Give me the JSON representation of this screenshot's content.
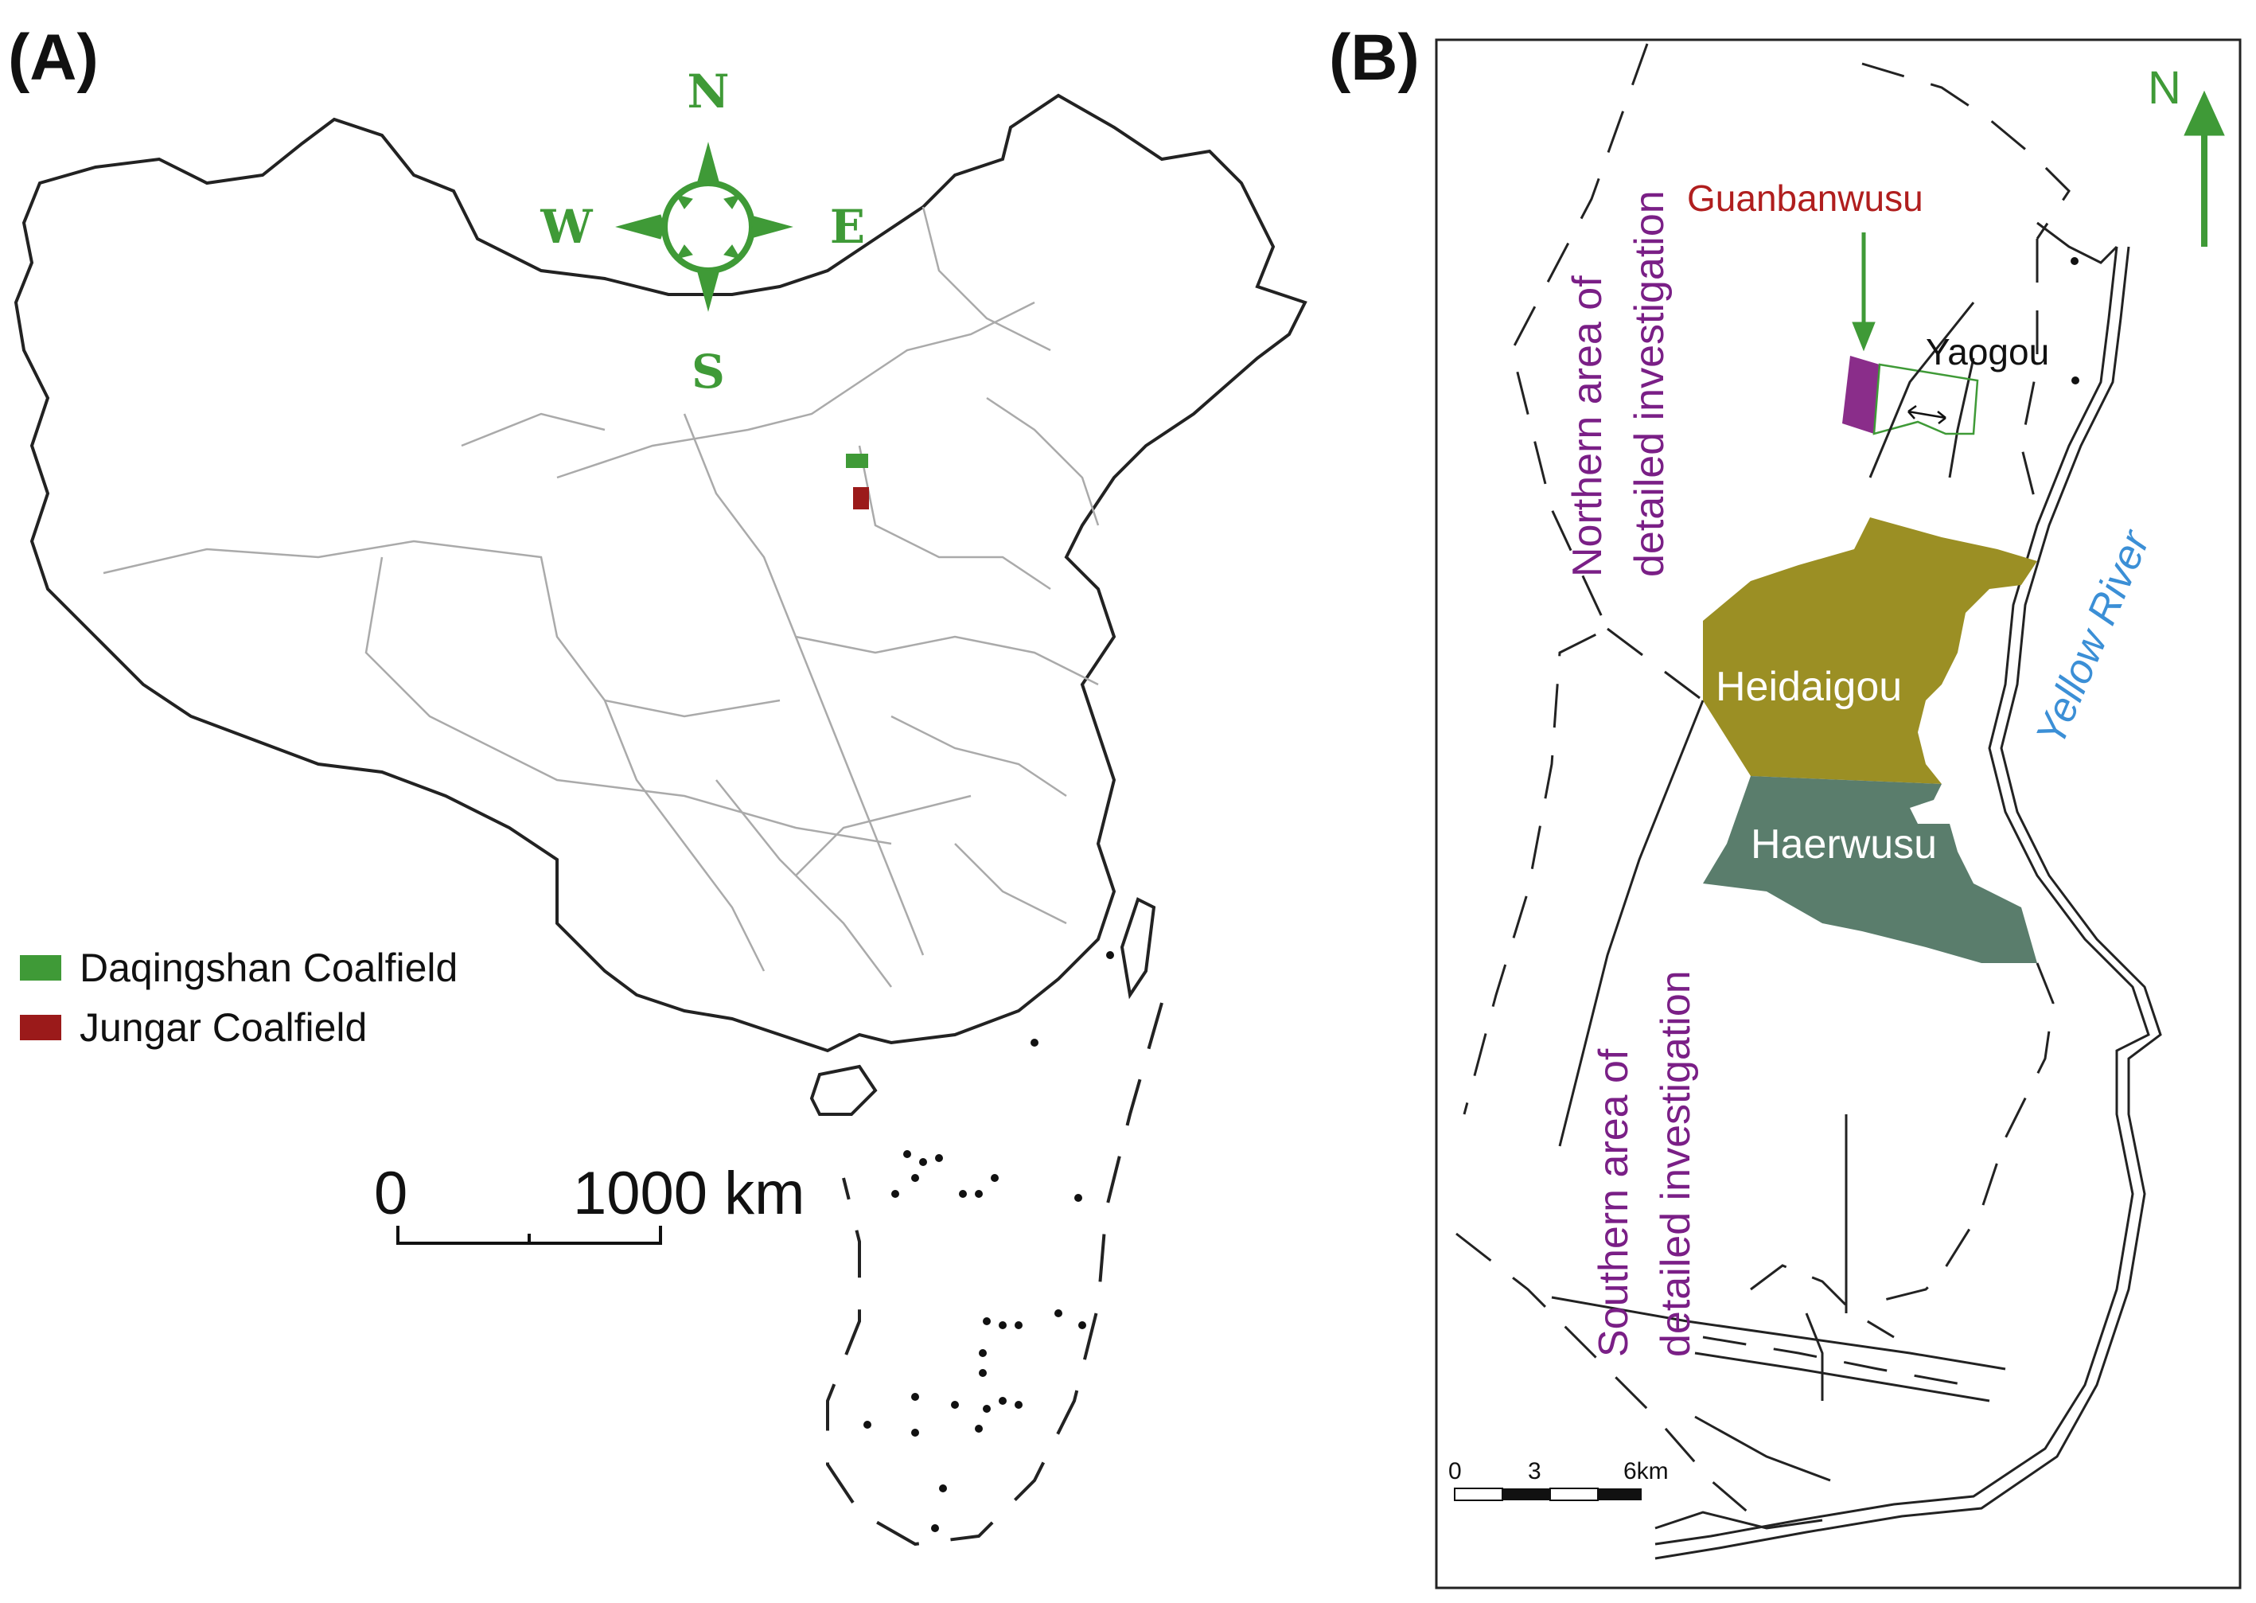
{
  "panels": {
    "a_label": "(A)",
    "b_label": "(B)"
  },
  "compass": {
    "n": "N",
    "s": "S",
    "e": "E",
    "w": "W",
    "color": "#3f9a37"
  },
  "legend": {
    "items": [
      {
        "label": "Daqingshan  Coalfield",
        "color": "#3f9a37"
      },
      {
        "label": "Jungar Coalfield",
        "color": "#9b1a1a"
      }
    ]
  },
  "scale_a": {
    "zero": "0",
    "max": "1000 km"
  },
  "map_b": {
    "north": "N",
    "guanbanwusu": "Guanbanwusu",
    "yaogou": "Yaogou",
    "heidaigou": "Heidaigou",
    "haerwusu": "Haerwusu",
    "yellow_river": "Yellow River",
    "northern_area_line1": "Northern area of",
    "northern_area_line2": "detailed investigation",
    "southern_area_line1": "Southern area of",
    "southern_area_line2": "detailed investigation",
    "scale": {
      "zero": "0",
      "mid": "3",
      "max": "6km"
    },
    "colors": {
      "heidaigou": "#9b8f24",
      "haerwusu": "#5a7d6c",
      "guanbanwusu": "#8a2d8a",
      "label_red": "#b01e1e",
      "label_purple": "#7a1f86",
      "river_blue": "#3b8fd6",
      "arrow_green": "#3f9a37"
    }
  }
}
